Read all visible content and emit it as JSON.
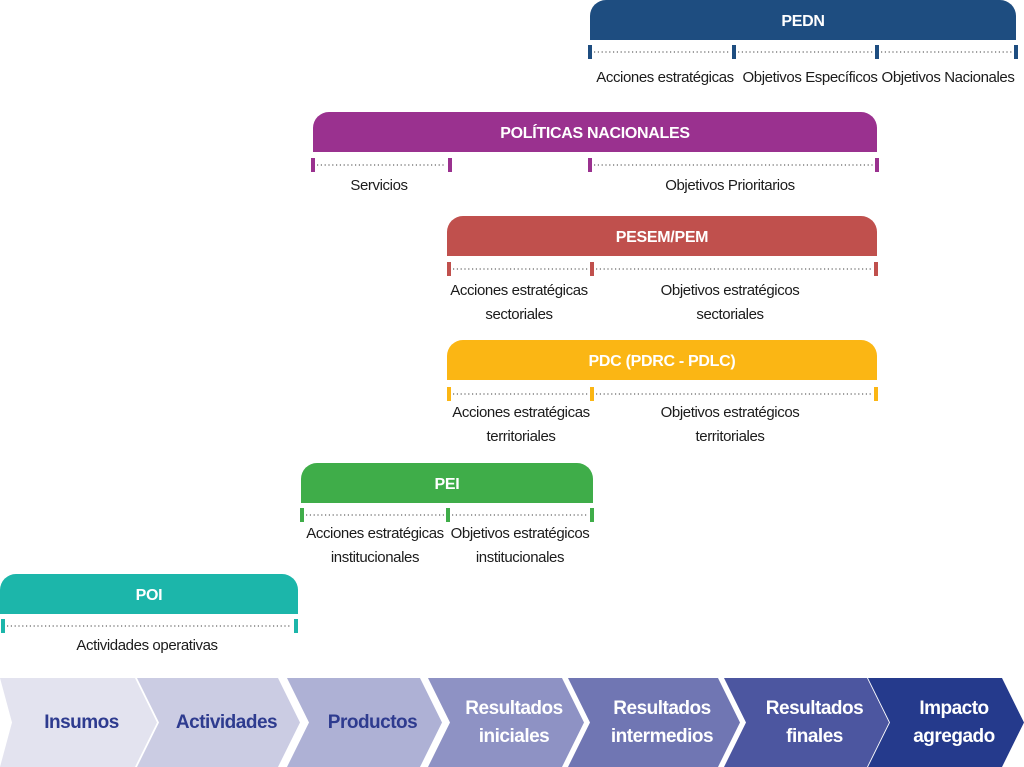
{
  "colors": {
    "pedn": "#1e4d80",
    "politicas": "#9a318f",
    "pesem": "#c0504d",
    "pdc": "#fbb614",
    "pei": "#3fad49",
    "poi": "#1cb6aa"
  },
  "blocks": [
    {
      "id": "pedn",
      "title": "PEDN",
      "labels": [
        [
          "Acciones estratégicas"
        ],
        [
          "Objetivos Específicos"
        ],
        [
          "Objetivos Nacionales"
        ]
      ]
    },
    {
      "id": "politicas",
      "title": "POLÍTICAS NACIONALES",
      "labels": [
        [
          "Servicios"
        ],
        [
          "Objetivos Prioritarios"
        ]
      ]
    },
    {
      "id": "pesem",
      "title": "PESEM/PEM",
      "labels": [
        [
          "Acciones estratégicas",
          "sectoriales"
        ],
        [
          "Objetivos estratégicos",
          "sectoriales"
        ]
      ]
    },
    {
      "id": "pdc",
      "title": "PDC (PDRC - PDLC)",
      "labels": [
        [
          "Acciones estratégicas",
          "territoriales"
        ],
        [
          "Objetivos estratégicos",
          "territoriales"
        ]
      ]
    },
    {
      "id": "pei",
      "title": "PEI",
      "labels": [
        [
          "Acciones estratégicas",
          "institucionales"
        ],
        [
          "Objetivos estratégicos",
          "institucionales"
        ]
      ]
    },
    {
      "id": "poi",
      "title": "POI",
      "labels": [
        [
          "Actividades operativas"
        ]
      ]
    }
  ],
  "chain": [
    {
      "label": [
        "Insumos"
      ],
      "bg": "#e3e3ef",
      "fg": "#2e3b8f"
    },
    {
      "label": [
        "Actividades"
      ],
      "bg": "#cbcce3",
      "fg": "#2e3b8f"
    },
    {
      "label": [
        "Productos"
      ],
      "bg": "#aeb1d5",
      "fg": "#2e3b8f"
    },
    {
      "label": [
        "Resultados",
        "iniciales"
      ],
      "bg": "#8e92c4",
      "fg": "#ffffff"
    },
    {
      "label": [
        "Resultados",
        "intermedios"
      ],
      "bg": "#7076b3",
      "fg": "#ffffff"
    },
    {
      "label": [
        "Resultados",
        "finales"
      ],
      "bg": "#4c56a0",
      "fg": "#ffffff"
    },
    {
      "label": [
        "Impacto",
        "agregado"
      ],
      "bg": "#253a8c",
      "fg": "#ffffff"
    }
  ]
}
